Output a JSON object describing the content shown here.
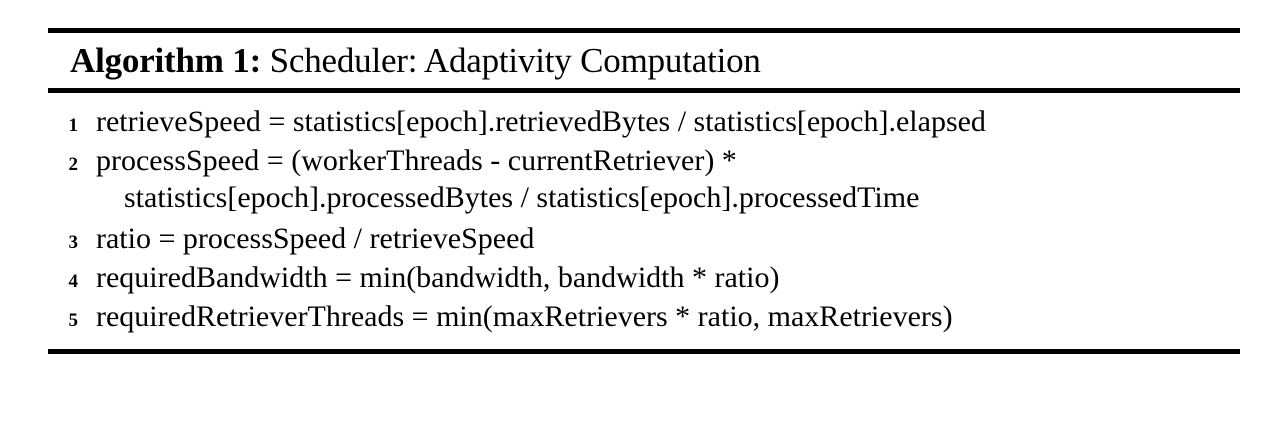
{
  "figure": {
    "caption_label": "Algorithm 1:",
    "caption_text": "Scheduler: Adaptivity Computation",
    "rules": {
      "top": "horizontal-rule",
      "middle": "horizontal-rule",
      "bottom": "horizontal-rule"
    },
    "lines": [
      {
        "number": "1",
        "code": "retrieveSpeed = statistics[epoch].retrievedBytes / statistics[epoch].elapsed",
        "continuation": false
      },
      {
        "number": "2",
        "code": "processSpeed = (workerThreads - currentRetriever) *",
        "continuation": false
      },
      {
        "number": "",
        "code": "statistics[epoch].processedBytes / statistics[epoch].processedTime",
        "continuation": true
      },
      {
        "number": "3",
        "code": "ratio = processSpeed / retrieveSpeed",
        "continuation": false
      },
      {
        "number": "4",
        "code": "requiredBandwidth = min(bandwidth, bandwidth * ratio)",
        "continuation": false
      },
      {
        "number": "5",
        "code": "requiredRetrieverThreads = min(maxRetrievers * ratio, maxRetrievers)",
        "continuation": false
      }
    ],
    "colors": {
      "background": "#ffffff",
      "text": "#000000",
      "rule": "#000000"
    }
  }
}
